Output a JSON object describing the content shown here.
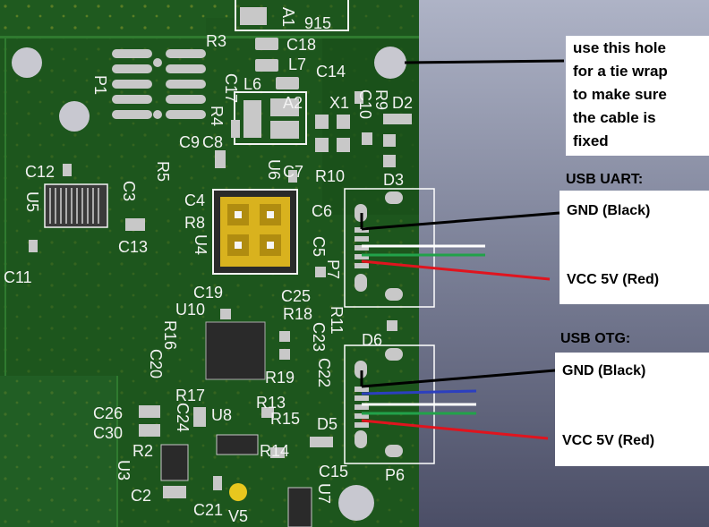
{
  "annotation": {
    "note_lines": [
      "use this hole",
      "for a tie wrap",
      "to make sure",
      "the cable is",
      "fixed"
    ],
    "uart_title": "USB UART:",
    "uart_gnd": "GND (Black)",
    "uart_vcc": "VCC 5V (Red)",
    "otg_title": "USB OTG:",
    "otg_gnd": "GND (Black)",
    "otg_vcc": "VCC 5V (Red)"
  },
  "pcb_labels": {
    "a1": "A1",
    "n915": "915",
    "r3": "R3",
    "c18": "C18",
    "l7": "L7",
    "c14": "C14",
    "p1": "P1",
    "l6": "L6",
    "a2": "A2",
    "x1": "X1",
    "c10": "C10",
    "r9": "R9",
    "d2": "D2",
    "c17": "C17",
    "r4": "R4",
    "c9": "C9",
    "c8": "C8",
    "u6": "U6",
    "c7": "C7",
    "r5": "R5",
    "r10": "R10",
    "d3": "D3",
    "c12": "C12",
    "u5": "U5",
    "c3": "C3",
    "c4": "C4",
    "c6": "C6",
    "r8": "R8",
    "c13": "C13",
    "u4": "U4",
    "c5": "C5",
    "p7": "P7",
    "c11": "C11",
    "c19": "C19",
    "c25": "C25",
    "u10": "U10",
    "r18": "R18",
    "r11": "R11",
    "r16": "R16",
    "c23": "C23",
    "d6": "D6",
    "c20": "C20",
    "r19": "R19",
    "c22": "C22",
    "r17": "R17",
    "r13": "R13",
    "c26": "C26",
    "c24": "C24",
    "u8": "U8",
    "r15": "R15",
    "c30": "C30",
    "d5": "D5",
    "r2": "R2",
    "r14": "R14",
    "u3": "U3",
    "c15": "C15",
    "p6": "P6",
    "c2": "C2",
    "c21": "C21",
    "v5": "V5",
    "u7": "U7"
  },
  "colors": {
    "pcb": "#1f5a1f",
    "pcb_dark": "#174a17",
    "silkscreen": "#f2f2f2",
    "pad": "#c8c8c8",
    "gold_pad": "#d9b21e",
    "wire_black": "#000000",
    "wire_white": "#ffffff",
    "wire_green": "#22a24a",
    "wire_red": "#e0141e",
    "wire_blue": "#2c3fbf"
  }
}
